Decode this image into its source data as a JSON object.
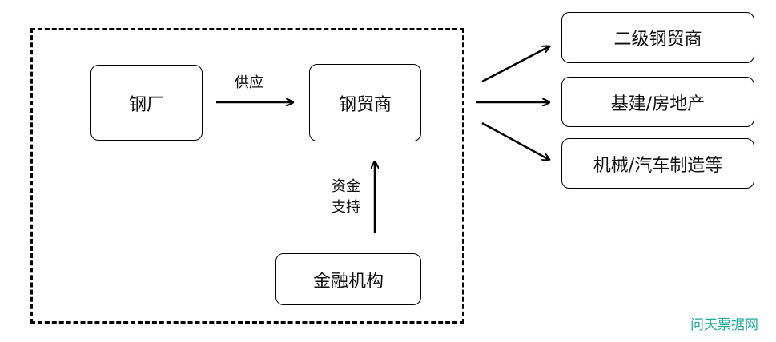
{
  "nodes": {
    "steel_mill": "钢厂",
    "steel_trader": "钢贸商",
    "financial_institution": "金融机构",
    "secondary_trader": "二级钢贸商",
    "infrastructure": "基建/房地产",
    "manufacturing": "机械/汽车制造等"
  },
  "edges": {
    "supply_label": "供应",
    "funding_label_line1": "资金",
    "funding_label_line2": "支持"
  },
  "watermark": "问天票据网",
  "colors": {
    "stroke": "#000000",
    "watermark": "#1fa89a"
  }
}
